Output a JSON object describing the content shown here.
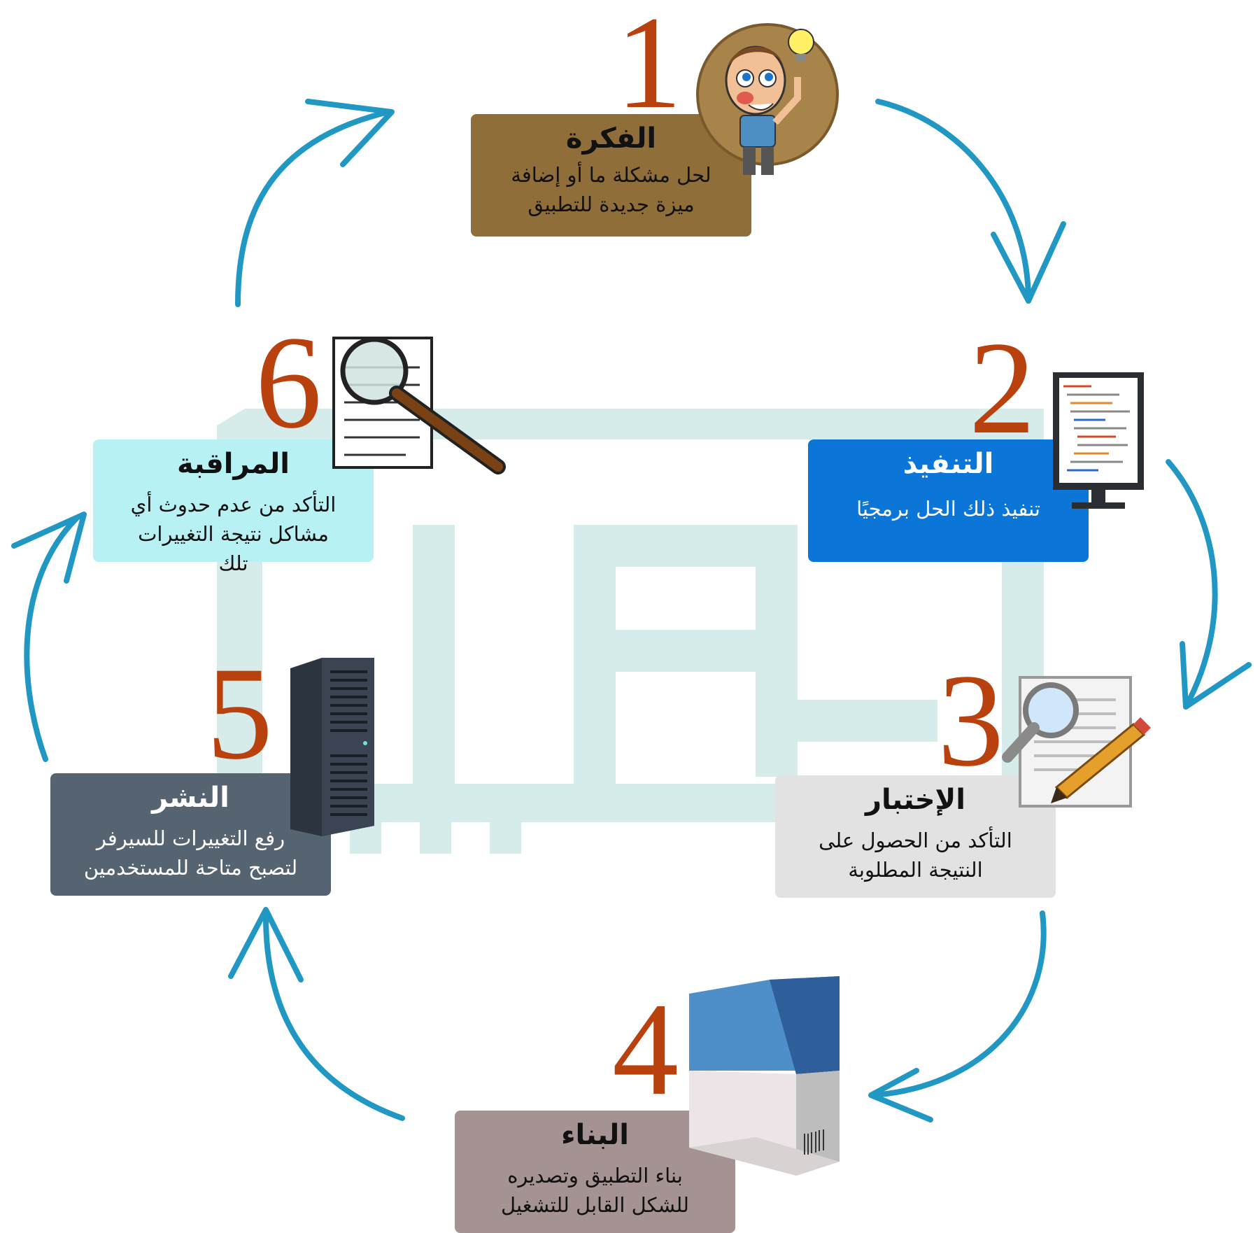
{
  "stages": [
    {
      "number": "1",
      "title": "الفكرة",
      "description": "لحل مشكلة ما أو إضافة ميزة جديدة للتطبيق",
      "color": "#8f6e3a"
    },
    {
      "number": "2",
      "title": "التنفيذ",
      "description": "تنفيذ ذلك الحل برمجيًا",
      "color": "#0c76d8"
    },
    {
      "number": "3",
      "title": "الإختبار",
      "description": "التأكد من الحصول على النتيجة المطلوبة",
      "color": "#e2e2e2"
    },
    {
      "number": "4",
      "title": "البناء",
      "description": "بناء التطبيق وتصديره للشكل القابل للتشغيل",
      "color": "#a59293"
    },
    {
      "number": "5",
      "title": "النشر",
      "description": "رفع التغييرات للسيرفر لتصبح متاحة للمستخدمين",
      "color": "#566370"
    },
    {
      "number": "6",
      "title": "المراقبة",
      "description": "التأكد من عدم حدوث أي مشاكل نتيجة التغييرات تلك",
      "color": "#b7f1f3"
    }
  ],
  "icons": [
    "idea-character-icon",
    "code-monitor-icon",
    "test-document-icon",
    "software-box-icon",
    "server-tower-icon",
    "magnifier-document-icon",
    "cycle-arrow-icon"
  ],
  "colors": {
    "arrow": "#2197c4",
    "number": "#b8410e",
    "watermark": "#d5ecea"
  }
}
